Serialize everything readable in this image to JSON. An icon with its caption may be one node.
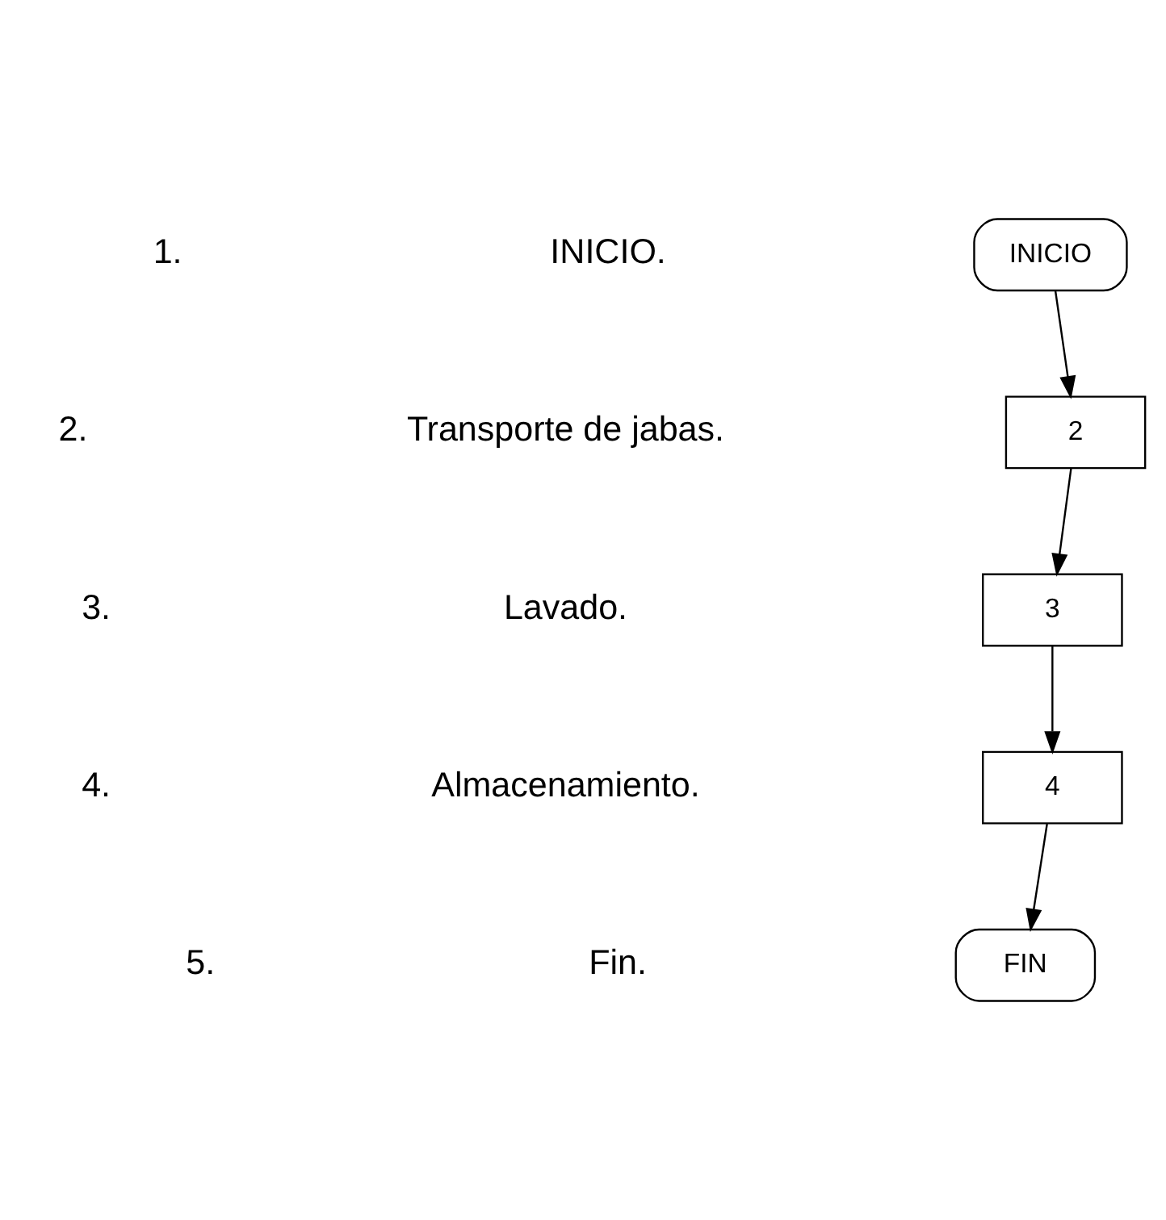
{
  "diagram": {
    "nodes": [
      {
        "text": [
          "INICIO"
        ]
      },
      {
        "text": [
          "2"
        ]
      },
      {
        "text": [
          "3"
        ]
      },
      {
        "text": [
          "4"
        ]
      },
      {
        "text": [
          "FIN"
        ]
      }
    ],
    "edges": [
      {
        "from": 0,
        "to": 1,
        "arrow": "to"
      },
      {
        "from": 1,
        "to": 2,
        "arrow": "to"
      },
      {
        "from": 2,
        "to": 3,
        "arrow": "to"
      },
      {
        "from": 3,
        "to": 4,
        "arrow": "to"
      }
    ],
    "labels": [
      "1.",
      "INICIO.",
      "2.",
      "Transporte de jabas.",
      "3.",
      "Lavado.",
      "4.",
      "Almacenamiento.",
      "5.",
      "Fin."
    ]
  }
}
